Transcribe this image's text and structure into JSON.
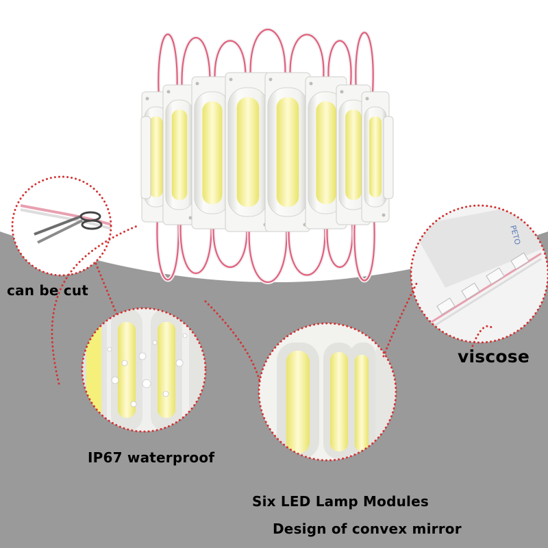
{
  "captions": {
    "cut": "can be cut",
    "viscose": "viscose",
    "waterproof": "IP67 waterproof",
    "six_modules": "Six LED Lamp Modules",
    "convex": "Design of convex mirror"
  },
  "colors": {
    "background_band": "#9a9a9a",
    "module_body": "#f6f6f4",
    "lamp_yellow": "#f3f07a",
    "lamp_center": "#fffde0",
    "callout_dots": "#d23333",
    "wire_red": "#e0607a",
    "wire_white": "#f4f0f4",
    "text": "#000000"
  },
  "scene": {
    "top_module_count": 8,
    "callouts": [
      "scissors-cut",
      "waterproof-closeup",
      "lamp-modules-closeup",
      "viscose-adhesive"
    ]
  }
}
